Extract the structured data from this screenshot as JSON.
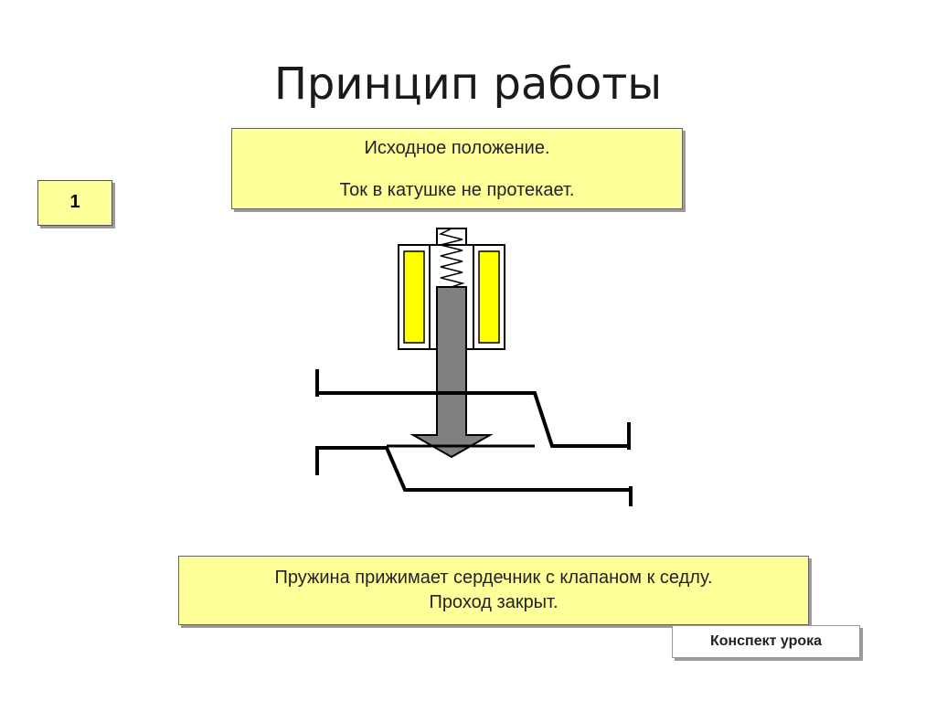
{
  "slide": {
    "title": "Принцип работы",
    "step_number": "1",
    "top_note": {
      "line1": "Исходное положение.",
      "line2": "Ток в катушке не протекает."
    },
    "bottom_note": {
      "line1": "Пружина прижимает сердечник с клапаном к седлу.",
      "line2": "Проход закрыт."
    },
    "nav_button_label": "Конспект урока"
  },
  "colors": {
    "note_background": "#ffff99",
    "coil_yellow": "#ffff00",
    "core_gray": "#808080",
    "pipe_line": "#000000"
  }
}
